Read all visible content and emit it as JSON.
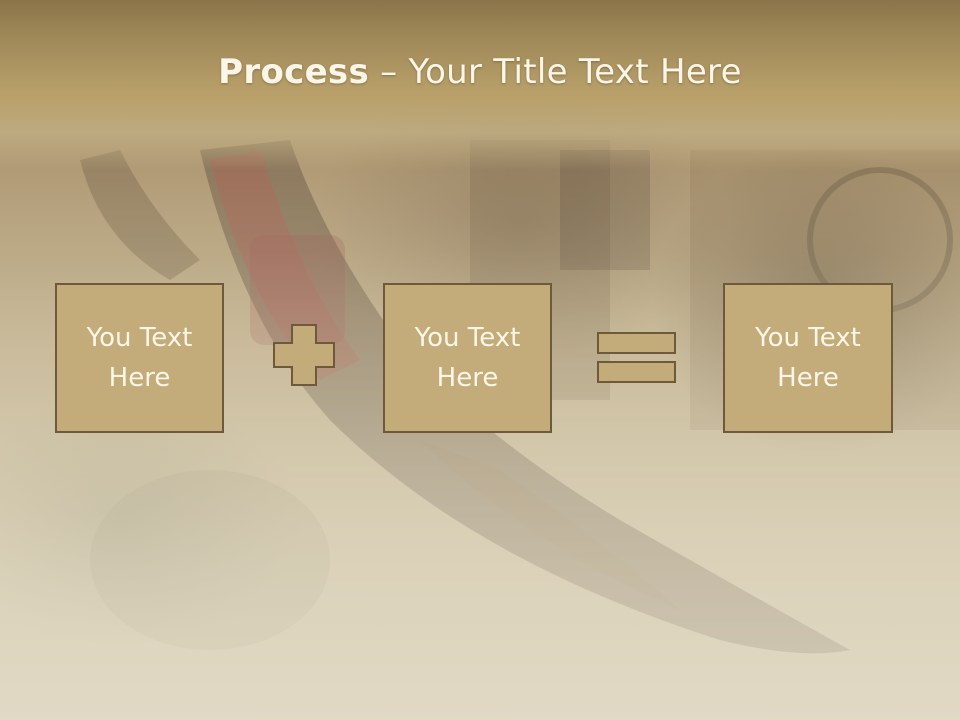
{
  "slide": {
    "title_bold": "Process",
    "title_rest": " – Your Title Text Here",
    "boxes": [
      {
        "text": "You Text\nHere"
      },
      {
        "text": "You Text\nHere"
      },
      {
        "text": "You Text\nHere"
      }
    ],
    "operators": [
      "plus",
      "equals"
    ]
  },
  "colors": {
    "title_bar": "#b9a06a",
    "box_fill": "#c3ab7a",
    "box_border": "#6e5a3a",
    "text": "#fbf6e8"
  },
  "background": {
    "description_icon": "gondola-photo"
  }
}
